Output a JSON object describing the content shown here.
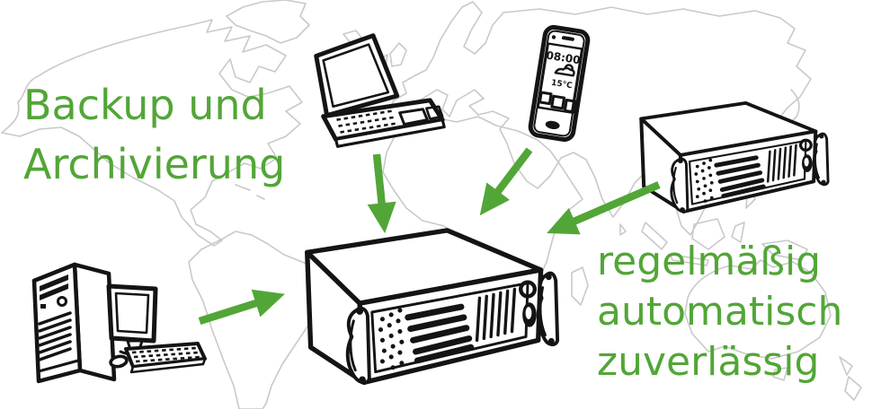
{
  "headline": {
    "line1": "Backup und",
    "line2": "Archivierung"
  },
  "caption": {
    "line1": "regelmäßig",
    "line2": "automatisch",
    "line3": "zuverlässig"
  },
  "phone_screen": {
    "time": "08:00",
    "weather_temp": "15°C"
  },
  "colors": {
    "accent_green": "#52a637",
    "map_outline": "#c9c9c9",
    "ink": "#141414",
    "background": "#ffffff"
  },
  "illustrations": [
    "world-map",
    "laptop",
    "smartphone",
    "rack-server-remote",
    "desktop-pc",
    "rack-server-central"
  ]
}
